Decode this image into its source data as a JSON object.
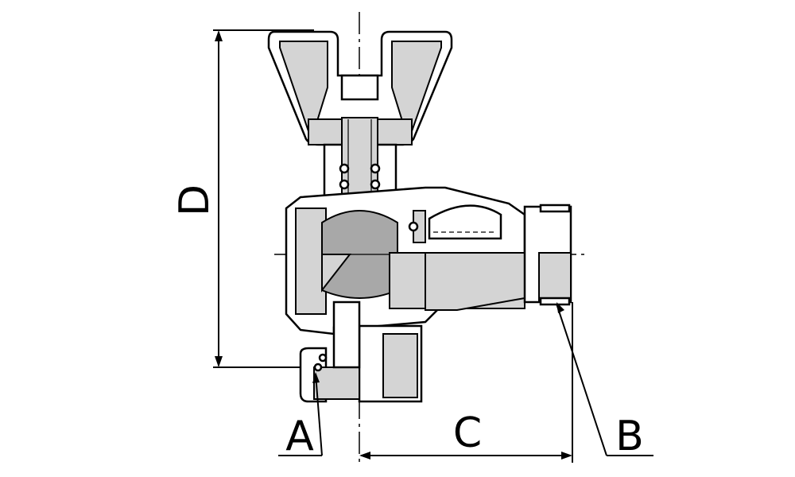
{
  "labels": {
    "a": "A",
    "b": "B",
    "c": "C",
    "d": "D"
  },
  "colors": {
    "line": "#000000",
    "shade": "#d4d4d4",
    "dark": "#a8a8a8",
    "background": "#ffffff"
  }
}
